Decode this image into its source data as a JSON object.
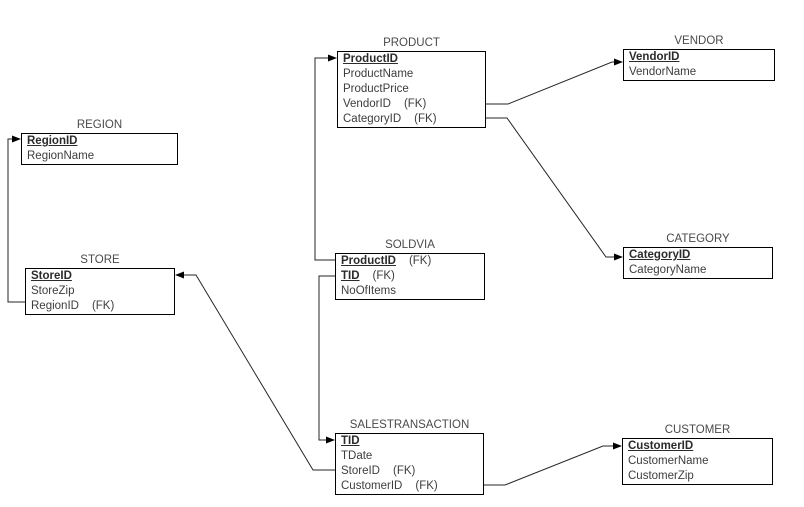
{
  "diagram_type": "entity-relationship-diagram",
  "colors": {
    "background": "#ffffff",
    "box_border": "#000000",
    "line": "#262626",
    "text": "#3d3d3d"
  },
  "entities": [
    {
      "title": "REGION",
      "attributes": [
        {
          "name": "RegionID",
          "pk": true
        },
        {
          "name": "RegionName"
        }
      ]
    },
    {
      "title": "STORE",
      "attributes": [
        {
          "name": "StoreID",
          "pk": true
        },
        {
          "name": "StoreZip"
        },
        {
          "name": "RegionID",
          "fk": "(FK)"
        }
      ]
    },
    {
      "title": "PRODUCT",
      "attributes": [
        {
          "name": "ProductID",
          "pk": true
        },
        {
          "name": "ProductName"
        },
        {
          "name": "ProductPrice"
        },
        {
          "name": "VendorID",
          "fk": "(FK)"
        },
        {
          "name": "CategoryID",
          "fk": "(FK)"
        }
      ]
    },
    {
      "title": "SOLDVIA",
      "attributes": [
        {
          "name": "ProductID",
          "pk": true,
          "fk": "(FK)"
        },
        {
          "name": "TID",
          "pk": true,
          "fk": "(FK)"
        },
        {
          "name": "NoOfItems"
        }
      ]
    },
    {
      "title": "SALESTRANSACTION",
      "attributes": [
        {
          "name": "TID",
          "pk": true
        },
        {
          "name": "TDate"
        },
        {
          "name": "StoreID",
          "fk": "(FK)"
        },
        {
          "name": "CustomerID",
          "fk": "(FK)"
        }
      ]
    },
    {
      "title": "VENDOR",
      "attributes": [
        {
          "name": "VendorID",
          "pk": true
        },
        {
          "name": "VendorName"
        }
      ]
    },
    {
      "title": "CATEGORY",
      "attributes": [
        {
          "name": "CategoryID",
          "pk": true
        },
        {
          "name": "CategoryName"
        }
      ]
    },
    {
      "title": "CUSTOMER",
      "attributes": [
        {
          "name": "CustomerID",
          "pk": true
        },
        {
          "name": "CustomerName"
        },
        {
          "name": "CustomerZip"
        }
      ]
    }
  ],
  "relationships": [
    {
      "from": "STORE.RegionID (FK)",
      "to": "REGION.RegionID"
    },
    {
      "from": "SALESTRANSACTION.StoreID (FK)",
      "to": "STORE.StoreID"
    },
    {
      "from": "SOLDVIA.ProductID (FK)",
      "to": "PRODUCT.ProductID"
    },
    {
      "from": "SOLDVIA.TID (FK)",
      "to": "SALESTRANSACTION.TID"
    },
    {
      "from": "PRODUCT.VendorID (FK)",
      "to": "VENDOR.VendorID"
    },
    {
      "from": "PRODUCT.CategoryID (FK)",
      "to": "CATEGORY.CategoryID"
    },
    {
      "from": "SALESTRANSACTION.CustomerID (FK)",
      "to": "CUSTOMER.CustomerID"
    }
  ]
}
